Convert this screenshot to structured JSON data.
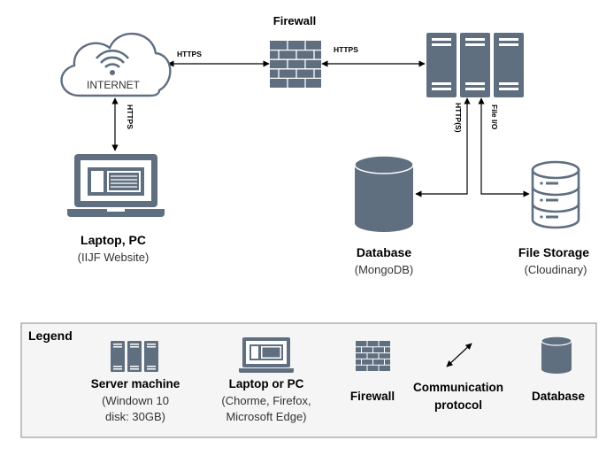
{
  "colors": {
    "icon_fill": "#5f6f80",
    "icon_stroke": "#4e5d6c",
    "legend_bg": "#f5f5f5",
    "legend_border": "#888888",
    "line": "#000000"
  },
  "nodes": {
    "internet": {
      "label": "INTERNET",
      "icon": "cloud-wifi-icon"
    },
    "firewall": {
      "label": "Firewall",
      "icon": "brick-wall-icon"
    },
    "server": {
      "icon": "server-rack-icon"
    },
    "laptop": {
      "label": "Laptop, PC",
      "sublabel": "(IIJF Website)",
      "icon": "laptop-icon"
    },
    "database": {
      "label": "Database",
      "sublabel": "(MongoDB)",
      "icon": "database-cylinder-icon"
    },
    "file_storage": {
      "label": "File Storage",
      "sublabel": "(Cloudinary)",
      "icon": "file-storage-icon"
    }
  },
  "edges": {
    "internet_firewall": "HTTPS",
    "firewall_server": "HTTPS",
    "internet_laptop": "HTTPS",
    "server_database": "HTTP(S)",
    "server_storage": "File I/O"
  },
  "legend": {
    "title": "Legend",
    "items": [
      {
        "icon": "server-rack-icon",
        "label": "Server machine",
        "desc": [
          "(Windown 10",
          "disk: 30GB)"
        ]
      },
      {
        "icon": "laptop-icon",
        "label": "Laptop or PC",
        "desc": [
          "(Chorme, Firefox,",
          "Microsoft Edge)"
        ]
      },
      {
        "icon": "brick-wall-icon",
        "label": "Firewall",
        "desc": []
      },
      {
        "icon": "double-arrow-icon",
        "label": [
          "Communication",
          "protocol"
        ],
        "desc": []
      },
      {
        "icon": "database-cylinder-icon",
        "label": "Database",
        "desc": []
      }
    ]
  }
}
